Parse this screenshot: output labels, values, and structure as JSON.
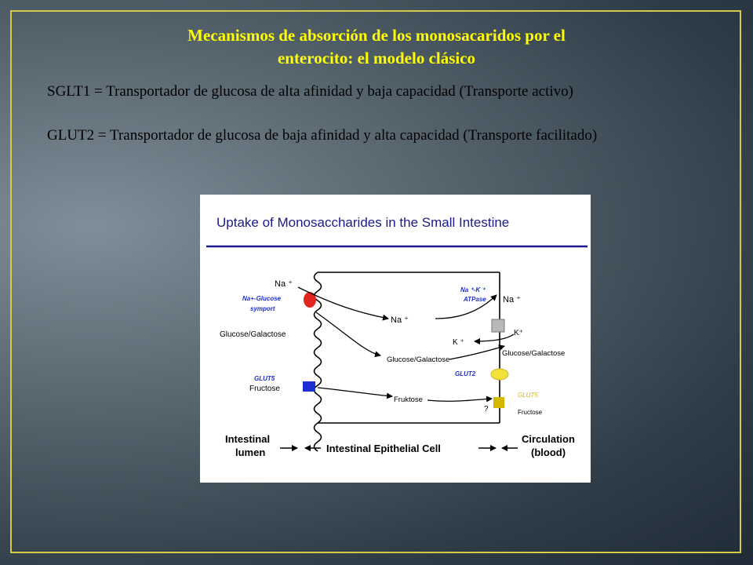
{
  "slide": {
    "title_line1": "Mecanismos de absorción de los monosacaridos por el",
    "title_line2": "enterocito: el modelo clásico",
    "definition_sglt1": "SGLT1 = Transportador de glucosa de alta afinidad  y baja capacidad (Transporte activo)",
    "definition_glut2": "GLUT2 = Transportador de glucosa de baja afinidad y alta capacidad (Transporte facilitado)",
    "colors": {
      "title": "#ffff00",
      "frame": "#d4c94a",
      "figure_title": "#1a1a8c"
    }
  },
  "figure": {
    "title": "Uptake of Monosaccharides in the Small Intestine",
    "labels": {
      "na_lumen": "Na ⁺",
      "symport": "Na+-Glucose",
      "symport2": "symport",
      "glucose_galactose_lumen": "Glucose/Galactose",
      "glut5_apical": "GLUT5",
      "fructose_lumen": "Fructose",
      "na_cell": "Na ⁺",
      "atpase1": "Na ⁺-K ⁺",
      "atpase2": "ATPase",
      "na_blood": "Na ⁺",
      "k_blood": "K⁺",
      "k_cell": "K ⁺",
      "glucose_galactose_cell": "Glucose/Galactose",
      "glucose_galactose_blood": "Glucose/Galactose",
      "glut2": "GLUT2",
      "glut5_basal": "GLUT5",
      "fruktose_cell": "Fruktose",
      "question": "?",
      "fructose_blood": "Fructose",
      "bottom_lumen1": "Intestinal",
      "bottom_lumen2": "lumen",
      "bottom_cell": "Intestinal Epithelial Cell",
      "bottom_circ1": "Circulation",
      "bottom_circ2": "(blood)"
    },
    "transporter_colors": {
      "sglt1": "#e3251f",
      "glut5_apical": "#1c2fd1",
      "atpase": "#b8b8b8",
      "glut2": "#f2e13a",
      "glut5_basal": "#d4b800"
    }
  }
}
